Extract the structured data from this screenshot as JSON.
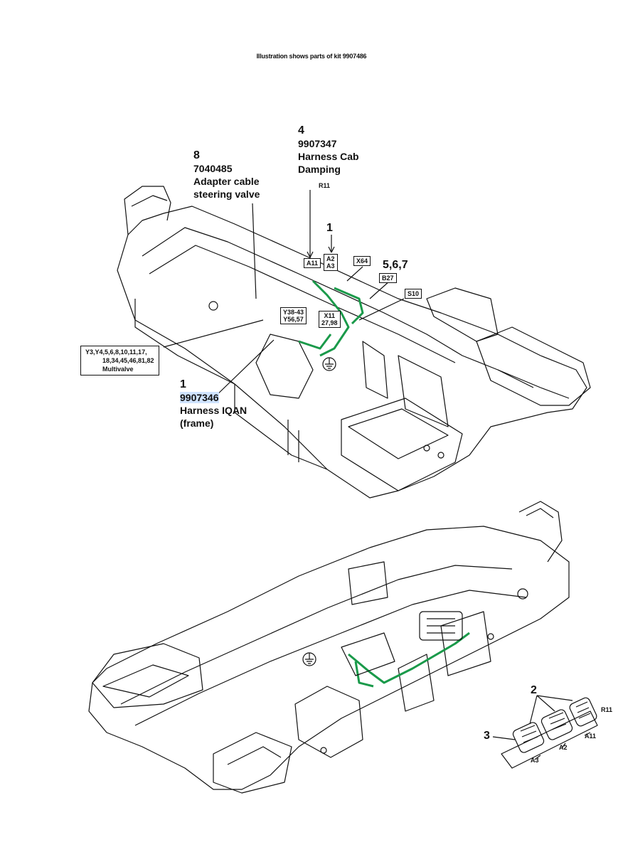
{
  "caption": "Illustration shows parts of kit 9907486",
  "callouts": {
    "c4": {
      "num": "4",
      "part": "9907347",
      "line1": "Harness Cab",
      "line2": "Damping"
    },
    "c8": {
      "num": "8",
      "part": "7040485",
      "line1": "Adapter cable",
      "line2": "steering valve"
    },
    "c1_top": {
      "num": "1"
    },
    "c567": {
      "num": "5,6,7"
    },
    "c1_left": {
      "num": "1",
      "part": "9907346",
      "line1": "Harness IQAN",
      "line2": "(frame)"
    },
    "c2": {
      "num": "2"
    },
    "c3": {
      "num": "3"
    }
  },
  "tags": {
    "r11_top": "R11",
    "a11": "A11",
    "a2a3_1": "A2",
    "a2a3_2": "A3",
    "x64": "X64",
    "b27": "B27",
    "s10": "S10",
    "y38_1": "Y38-43",
    "y38_2": "Y56,57",
    "x11_1": "X11",
    "x11_2": "27,98",
    "multi_1": "Y3,Y4,5,6,8,10,11,17,",
    "multi_2": "18,34,45,46,81,82",
    "multi_3": "Multivalve",
    "r11_det": "R11",
    "a11_det": "A11",
    "a2_det": "A2",
    "a3_det": "A3"
  },
  "colors": {
    "harness": "#1a9a4a",
    "line": "#111111",
    "highlight": "#cfe3ff"
  }
}
